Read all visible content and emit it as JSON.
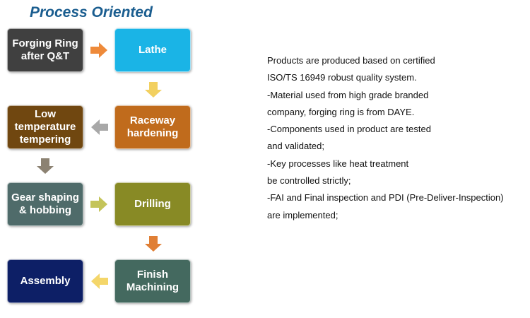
{
  "title": "Process Oriented",
  "steps": [
    {
      "label": "Forging Ring after Q&T",
      "color": "#404040"
    },
    {
      "label": "Lathe",
      "color": "#1ab4e6"
    },
    {
      "label": "Raceway hardening",
      "color": "#c06b1c"
    },
    {
      "label": "Low temperature tempering",
      "color": "#704710"
    },
    {
      "label": "Gear shaping & hobbing",
      "color": "#4f6b6a"
    },
    {
      "label": "Drilling",
      "color": "#888a25"
    },
    {
      "label": "Finish Machining",
      "color": "#44695f"
    },
    {
      "label": "Assembly",
      "color": "#0d1f66"
    }
  ],
  "arrow_colors": {
    "orange": "#ee8a3a",
    "yellow": "#f2d060",
    "gray": "#a8a8a8",
    "taupe": "#8c8272",
    "olive": "#c4c45a",
    "orange_dark": "#e07f35",
    "yellow_light": "#f4d66a"
  },
  "description": {
    "lines": [
      "Products are produced based on certified",
      "ISO/TS 16949 robust quality system.",
      "-Material used from high grade branded",
      "company, forging ring is from DAYE.",
      "-Components used in product are tested",
      "and validated;",
      "-Key processes like heat treatment",
      "be controlled strictly;",
      "-FAI and Final inspection and PDI (Pre-Deliver-Inspection)",
      "are implemented;"
    ]
  }
}
